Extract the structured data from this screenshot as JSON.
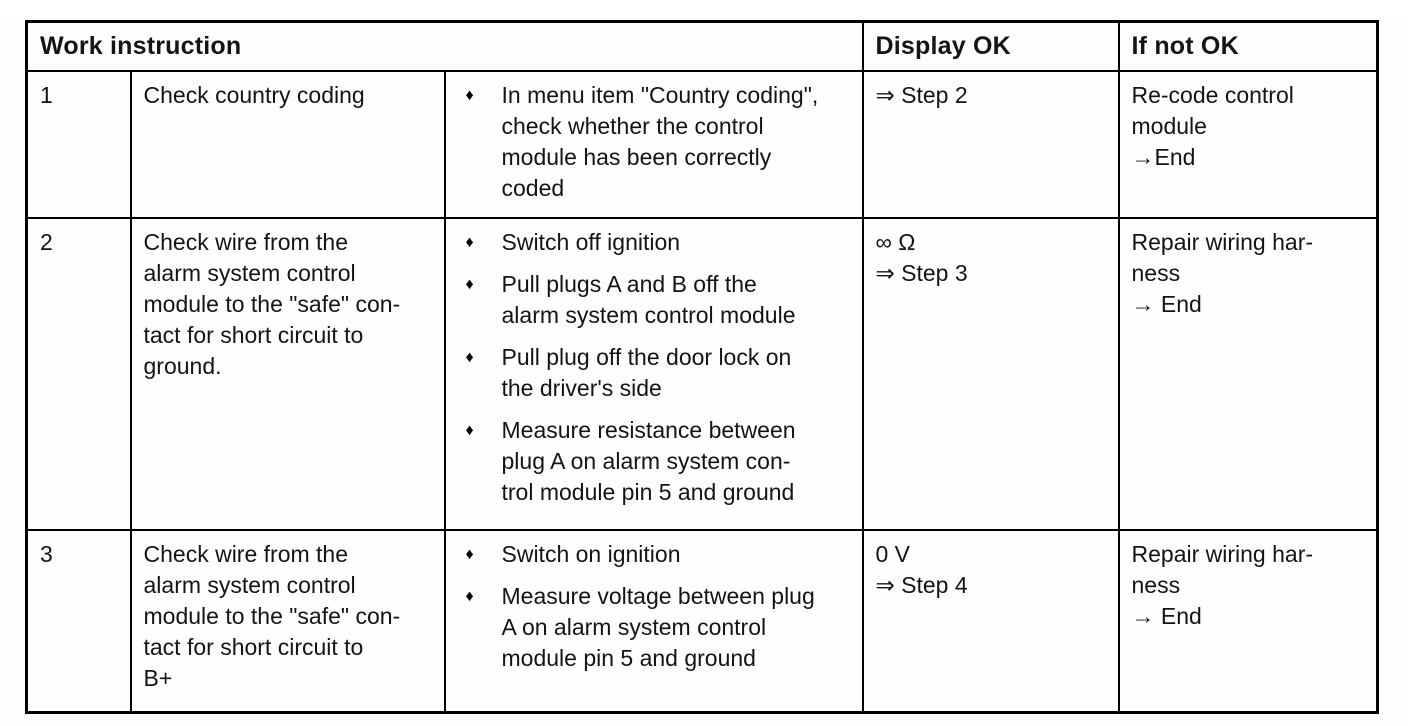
{
  "document": {
    "type": "scanned-service-manual-table",
    "text_color": "#141414",
    "border_color": "#000000",
    "background_color": "#fefefe"
  },
  "bullet_glyph": "♦",
  "header": {
    "work_instruction": "Work instruction",
    "display_ok": "Display OK",
    "if_not_ok": "If not OK"
  },
  "rows": [
    {
      "step": "1",
      "task": "Check country coding",
      "actions": [
        "In menu item \"Country coding\",\ncheck whether the control\nmodule has been correctly\ncoded"
      ],
      "display_ok": "⇒ Step 2",
      "if_not_ok": "Re-code control\nmodule\n→End"
    },
    {
      "step": "2",
      "task": "Check wire from the\nalarm system control\nmodule to the \"safe\" con-\ntact for short circuit to\nground.",
      "actions": [
        "Switch off ignition",
        "Pull plugs A and B off the\nalarm system control module",
        "Pull plug off the door lock on\nthe driver's side",
        "Measure resistance between\nplug A on alarm system con-\ntrol module pin 5 and ground"
      ],
      "display_ok": "∞ Ω\n⇒ Step 3",
      "if_not_ok": "Repair wiring har-\nness\n→ End"
    },
    {
      "step": "3",
      "task": "Check wire from the\nalarm system control\nmodule to the \"safe\" con-\ntact for short circuit to\nB+",
      "actions": [
        "Switch on ignition",
        "Measure voltage between plug\nA on alarm system control\nmodule pin 5 and ground"
      ],
      "display_ok": "0 V\n⇒ Step 4",
      "if_not_ok": "Repair wiring har-\nness\n→ End"
    }
  ]
}
